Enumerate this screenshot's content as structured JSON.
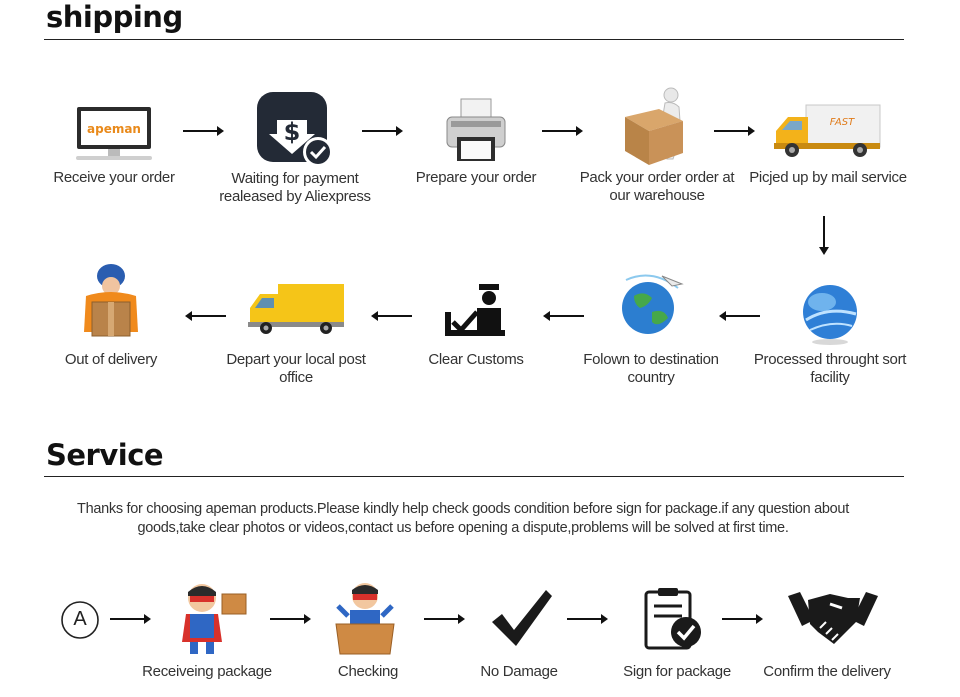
{
  "shipping": {
    "title": "shipping",
    "steps": [
      {
        "caption": "Receive your order",
        "icon": "monitor-apeman-icon",
        "screen_text": "apeman"
      },
      {
        "caption": "Waiting for payment realeased by Aliexpress",
        "icon": "payment-check-icon"
      },
      {
        "caption": "Prepare your order",
        "icon": "printer-icon"
      },
      {
        "caption": "Pack your order order at our warehouse",
        "icon": "person-carrying-box-icon"
      },
      {
        "caption": "Picjed up by mail service",
        "icon": "delivery-van-icon",
        "van_text": "FAST"
      },
      {
        "caption": "Processed throught sort facility",
        "icon": "globe-blue-icon"
      },
      {
        "caption": "Folown to destination country",
        "icon": "globe-airplane-icon"
      },
      {
        "caption": "Clear Customs",
        "icon": "customs-officer-icon"
      },
      {
        "caption": "Depart your local post office",
        "icon": "yellow-truck-icon"
      },
      {
        "caption": "Out of delivery",
        "icon": "courier-with-box-icon"
      }
    ]
  },
  "service": {
    "title": "Service",
    "note": "Thanks for choosing apeman products.Please kindly help check goods condition before sign for package.if any question about goods,take clear photos or videos,contact us before opening a dispute,problems will be solved at first time.",
    "start_letter": "A",
    "steps": [
      {
        "caption": "Receiveing package",
        "icon": "superhero-holding-box-icon"
      },
      {
        "caption": "Checking",
        "icon": "superhero-in-box-icon"
      },
      {
        "caption": "No Damage",
        "icon": "checkmark-icon"
      },
      {
        "caption": "Sign for package",
        "icon": "clipboard-check-icon"
      },
      {
        "caption": "Confirm the delivery",
        "icon": "handshake-icon"
      }
    ]
  }
}
